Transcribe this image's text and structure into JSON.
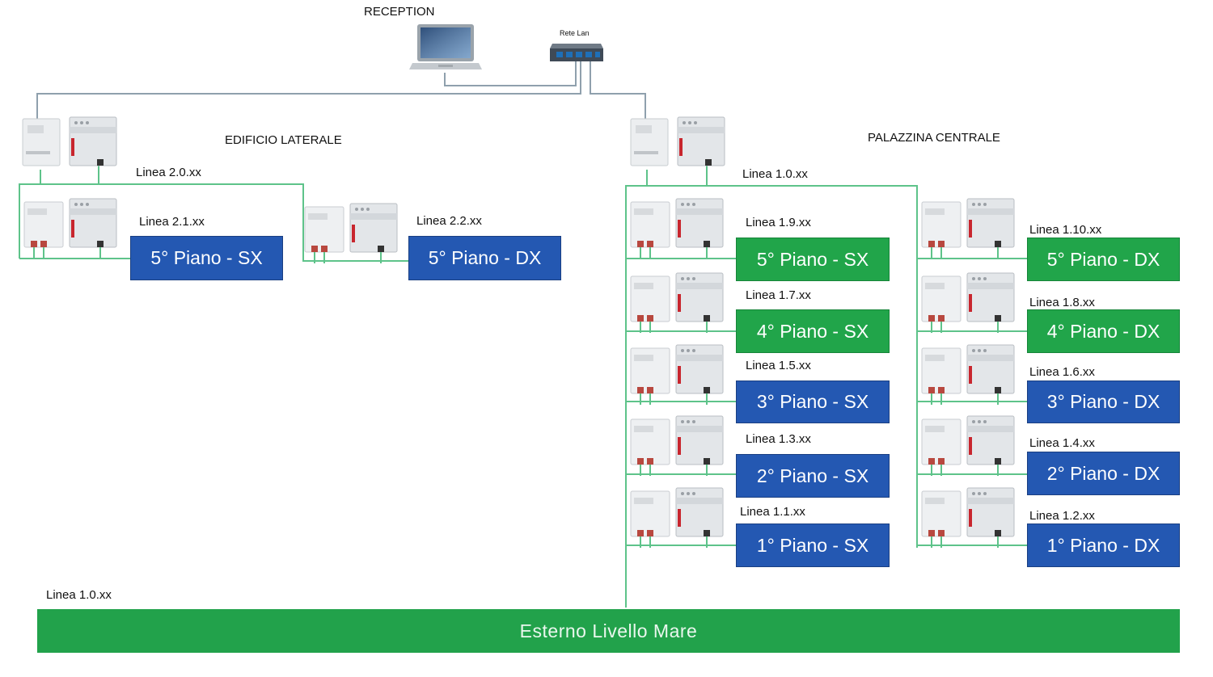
{
  "colors": {
    "blue": "#2458b2",
    "green": "#21a54a",
    "wire_lan": "#8fa0ad",
    "wire_bus": "#5ec38a"
  },
  "network": {
    "reception_label": "RECEPTION",
    "switch_label": "Rete Lan"
  },
  "buildings": {
    "lateral": {
      "title": "EDIFICIO LATERALE",
      "line": "Linea 2.0.xx"
    },
    "central": {
      "title": "PALAZZINA CENTRALE",
      "line": "Linea 1.0.xx"
    }
  },
  "floors": [
    {
      "line": "Linea 2.1.xx",
      "label": "5° Piano - SX",
      "color": "blue"
    },
    {
      "line": "Linea 2.2.xx",
      "label": "5° Piano - DX",
      "color": "blue"
    },
    {
      "line": "Linea 1.9.xx",
      "label": "5° Piano - SX",
      "color": "green"
    },
    {
      "line": "Linea 1.7.xx",
      "label": "4° Piano - SX",
      "color": "green"
    },
    {
      "line": "Linea 1.5.xx",
      "label": "3° Piano - SX",
      "color": "blue"
    },
    {
      "line": "Linea 1.3.xx",
      "label": "2° Piano - SX",
      "color": "blue"
    },
    {
      "line": "Linea 1.1.xx",
      "label": "1° Piano - SX",
      "color": "blue"
    },
    {
      "line": "Linea 1.10.xx",
      "label": "5° Piano - DX",
      "color": "green"
    },
    {
      "line": "Linea 1.8.xx",
      "label": "4° Piano - DX",
      "color": "green"
    },
    {
      "line": "Linea 1.6.xx",
      "label": "3° Piano - DX",
      "color": "blue"
    },
    {
      "line": "Linea 1.4.xx",
      "label": "2° Piano - DX",
      "color": "blue"
    },
    {
      "line": "Linea 1.2.xx",
      "label": "1° Piano - DX",
      "color": "blue"
    }
  ],
  "external": {
    "line": "Linea 1.0.xx",
    "label": "Esterno Livello Mare"
  }
}
